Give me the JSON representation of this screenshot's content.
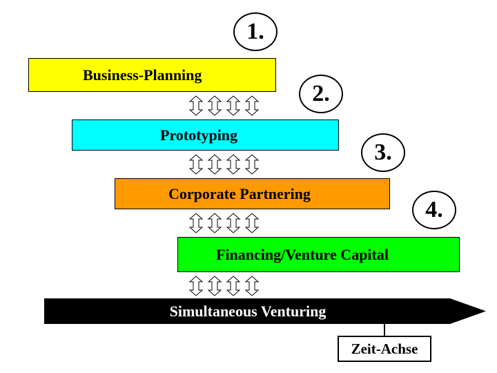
{
  "steps": [
    {
      "number": "1.",
      "label": "Business-Planning",
      "color": "#ffff00"
    },
    {
      "number": "2.",
      "label": "Prototyping",
      "color": "#00ffff"
    },
    {
      "number": "3.",
      "label": "Corporate Partnering",
      "color": "#ff9900"
    },
    {
      "number": "4.",
      "label": "Financing/Venture Capital",
      "color": "#00ff00"
    }
  ],
  "timeline": {
    "label": "Simultaneous Venturing",
    "color": "#000000"
  },
  "axis": {
    "label": "Zeit-Achse"
  },
  "icons": {
    "connector": "double-arrow-vertical-icon"
  }
}
